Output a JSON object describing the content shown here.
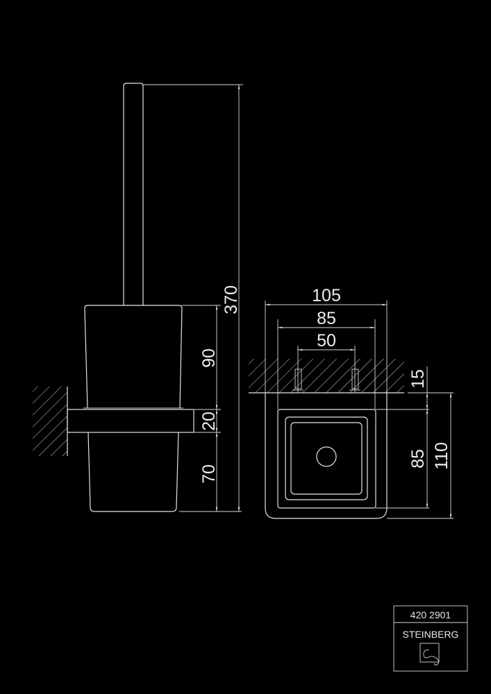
{
  "drawing": {
    "side_view": {
      "dimensions": {
        "total_height": "370",
        "cup_upper": "90",
        "holder": "20",
        "cup_lower": "70"
      }
    },
    "top_view": {
      "dimensions": {
        "outer_width": "105",
        "inner_width": "85",
        "anchor_spacing": "50",
        "wall_gap": "15",
        "inner_depth": "85",
        "total_depth": "110"
      }
    }
  },
  "title_block": {
    "article_number": "420 2901",
    "brand": "STEINBERG"
  },
  "colors": {
    "background": "#000000",
    "lines": "#e6e6e6"
  }
}
